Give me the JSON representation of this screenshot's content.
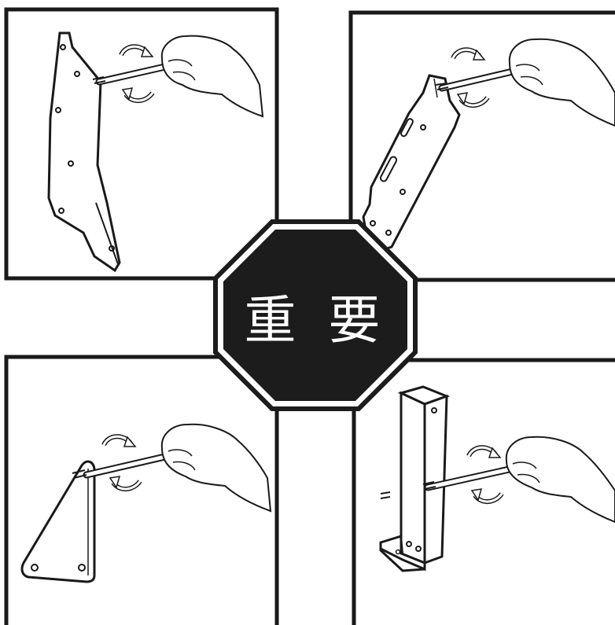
{
  "badge": {
    "text": "重 要"
  },
  "panels": [
    {
      "scene": "bracket-long-plate"
    },
    {
      "scene": "bracket-slotted-plate"
    },
    {
      "scene": "bracket-triangle-plate"
    },
    {
      "scene": "bracket-box-channel"
    }
  ],
  "colors": {
    "ink": "#1a1a1a",
    "badge_fill": "#1c1c1c",
    "paper": "#ffffff"
  }
}
